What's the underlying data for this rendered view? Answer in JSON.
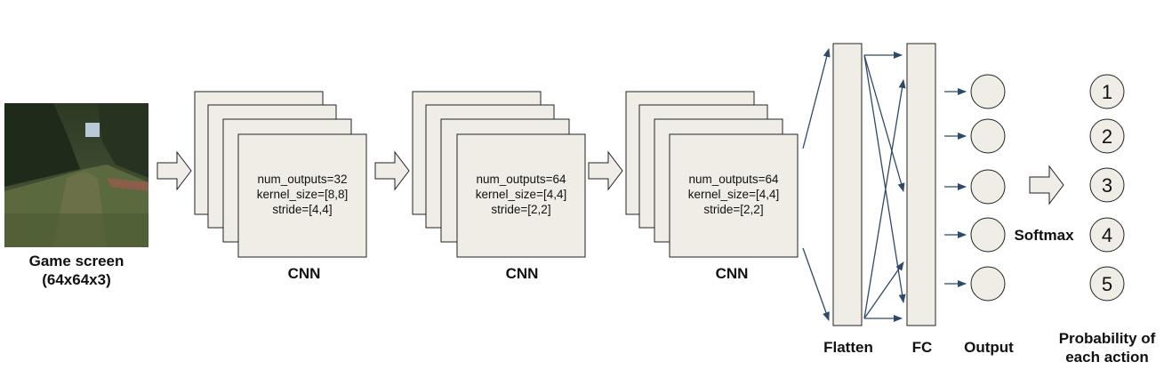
{
  "input": {
    "label_line1": "Game screen",
    "label_line2": "(64x64x3)",
    "image_description": "Minecraft-like first-person view of a grassy path with trees and sky"
  },
  "cnn_layers": [
    {
      "title": "CNN",
      "num_outputs": "num_outputs=32",
      "kernel": "kernel_size=[8,8]",
      "stride": "stride=[4,4]"
    },
    {
      "title": "CNN",
      "num_outputs": "num_outputs=64",
      "kernel": "kernel_size=[4,4]",
      "stride": "stride=[2,2]"
    },
    {
      "title": "CNN",
      "num_outputs": "num_outputs=64",
      "kernel": "kernel_size=[4,4]",
      "stride": "stride=[2,2]"
    }
  ],
  "flatten_label": "Flatten",
  "fc_label": "FC",
  "output_label": "Output",
  "softmax_label": "Softmax",
  "probability_label_line1": "Probability of",
  "probability_label_line2": "each action",
  "actions": [
    "1",
    "2",
    "3",
    "4",
    "5"
  ],
  "colors": {
    "box_fill": "#efede5",
    "box_stroke": "#222222",
    "arrow_blue": "#2e4a6b"
  }
}
